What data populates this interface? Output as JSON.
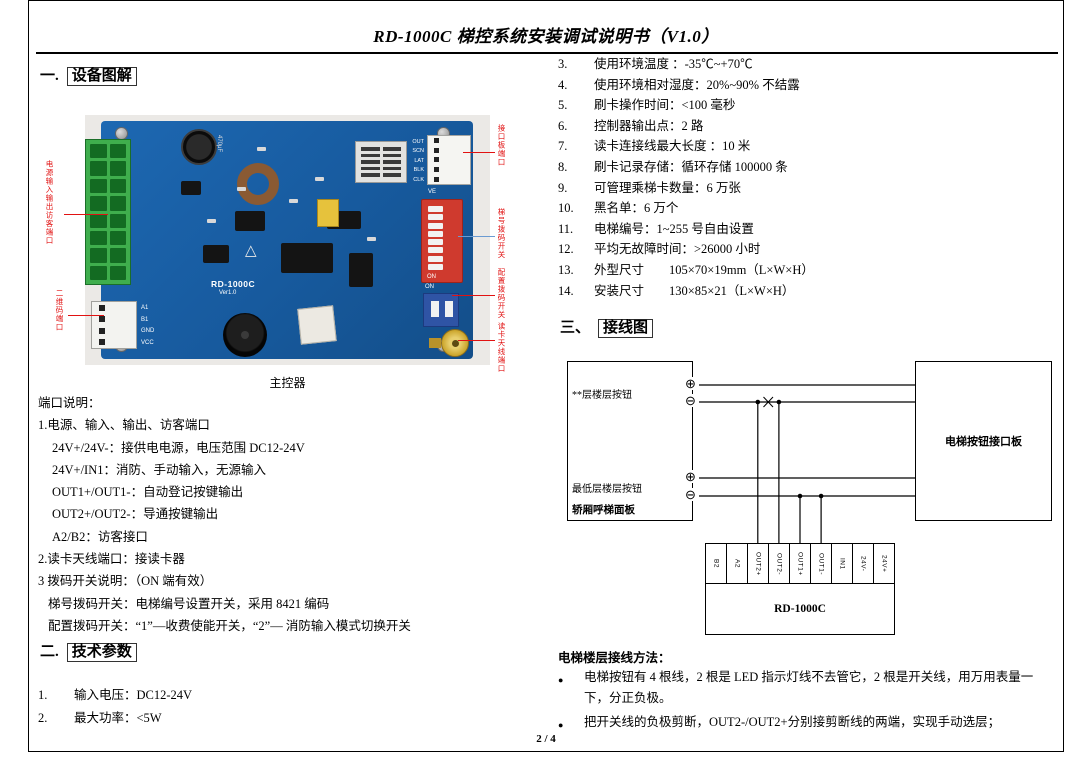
{
  "page": {
    "title": "RD-1000C 梯控系统安装调试说明书（V1.0）",
    "page_number": "2 / 4"
  },
  "sections": {
    "s1_num": "一.",
    "s1_label": "设备图解",
    "s2_num": "二.",
    "s2_label": "技术参数",
    "s3_num": "三、",
    "s3_label": "接线图"
  },
  "board": {
    "caption": "主控器",
    "silkscreen_model": "RD-1000C",
    "silkscreen_ver": "Ver1.0",
    "cap_label": "470μF",
    "triangle": "△",
    "dip_on": "ON",
    "dip2_on": "ON",
    "ve_label": "VE",
    "pin_labels": [
      "OUT",
      "SCN",
      "LAT",
      "BLK",
      "CLK"
    ],
    "conn4_labels": [
      "A1",
      "B1",
      "GND",
      "VCC"
    ],
    "callouts": {
      "left_top": "电源输入输出访客端口",
      "left_bottom": "二维码端口",
      "right_top": "接口板端口",
      "right_mid1": "梯号拨码开关",
      "right_mid2": "配置拨码开关",
      "right_bottom": "读卡天线端口"
    }
  },
  "port_desc": {
    "heading": "端口说明：",
    "lines": [
      "1.电源、输入、输出、访客端口",
      "24V+/24V-：接供电电源，电压范围 DC12-24V",
      "24V+/IN1：消防、手动输入，无源输入",
      "OUT1+/OUT1-：自动登记按键输出",
      "OUT2+/OUT2-：导通按键输出",
      "A2/B2：访客接口",
      "2.读卡天线端口：接读卡器",
      "3 拨码开关说明：（ON 端有效）",
      "梯号拨码开关：电梯编号设置开关，采用 8421 编码",
      "配置拨码开关：“1”—收费使能开关，“2”— 消防输入模式切换开关"
    ]
  },
  "tech_params": {
    "left": [
      {
        "num": "1.",
        "text": "输入电压：DC12-24V"
      },
      {
        "num": "2.",
        "text": "最大功率：<5W"
      }
    ],
    "right": [
      {
        "num": "3.",
        "text": "使用环境温度 ：-35℃~+70℃"
      },
      {
        "num": "4.",
        "text": "使用环境相对湿度：20%~90% 不结露"
      },
      {
        "num": "5.",
        "text": "刷卡操作时间：<100 毫秒"
      },
      {
        "num": "6.",
        "text": "控制器输出点：2 路"
      },
      {
        "num": "7.",
        "text": "读卡连接线最大长度 ：10 米"
      },
      {
        "num": "8.",
        "text": "刷卡记录存储：循环存储 100000 条"
      },
      {
        "num": "9.",
        "text": "可管理乘梯卡数量：6 万张"
      },
      {
        "num": "10.",
        "text": "黑名单：6 万个"
      },
      {
        "num": "11.",
        "text": "电梯编号：1~255 号自由设置"
      },
      {
        "num": "12.",
        "text": "平均无故障时间：>26000 小时"
      },
      {
        "num": "13.",
        "text": "外型尺寸　　105×70×19mm（L×W×H）"
      },
      {
        "num": "14.",
        "text": "安装尺寸　　130×85×21（L×W×H）"
      }
    ]
  },
  "diagram": {
    "panel_top_label": "**层楼层按钮",
    "panel_bottom_label": "最低层楼层按钮",
    "panel_name": "轿厢呼梯面板",
    "interface_board": "电梯按钮接口板",
    "controller": "RD-1000C",
    "plus": "⊕",
    "minus": "⊖",
    "terminals": [
      "B2",
      "A2",
      "OUT2+",
      "OUT2-",
      "OUT1+",
      "OUT1-",
      "IN1",
      "24V-",
      "24V+"
    ]
  },
  "wiring": {
    "heading": "电梯楼层接线方法：",
    "bullet_marker": "●",
    "bullets": [
      "电梯按钮有 4 根线，2 根是 LED 指示灯线不去管它，2 根是开关线，用万用表量一下，分正负极。",
      "把开关线的负极剪断，OUT2-/OUT2+分别接剪断线的两端，实现手动选层；"
    ]
  }
}
